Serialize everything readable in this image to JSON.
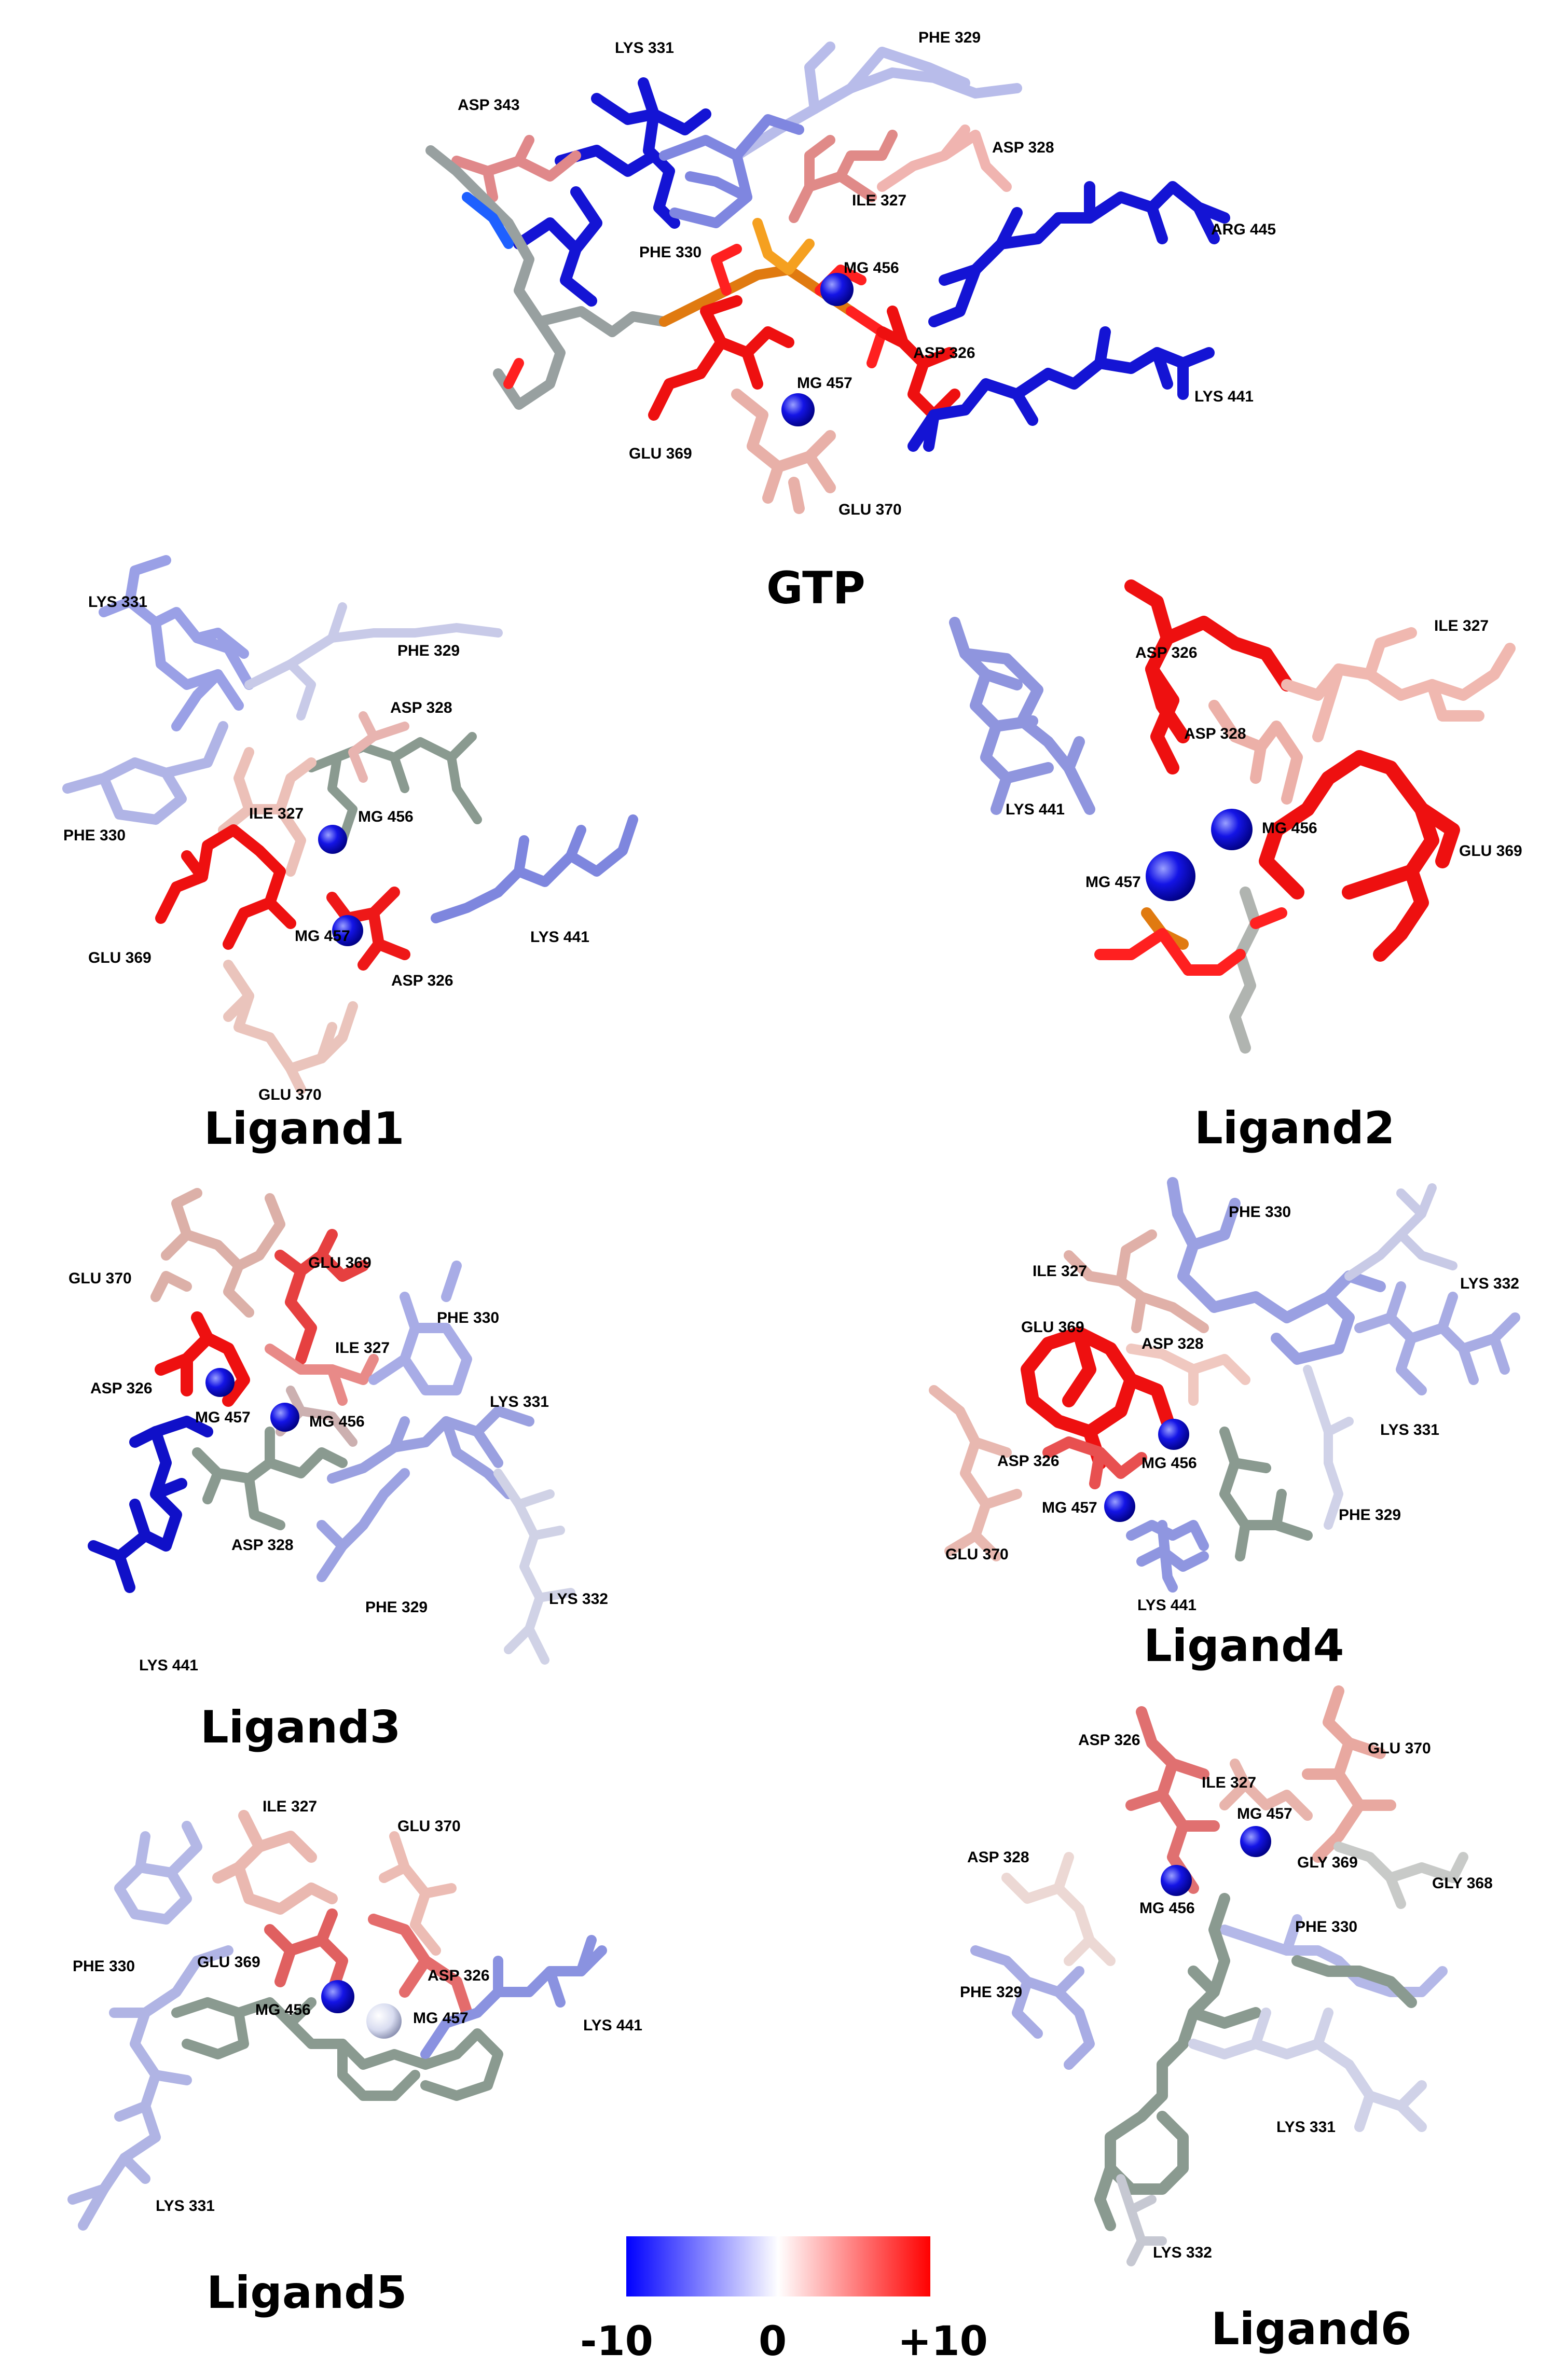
{
  "panels": [
    {
      "title": "GTP",
      "labels": [
        "LYS 331",
        "PHE 329",
        "ASP 343",
        "ASP 328",
        "ILE 327",
        "ARG 445",
        "PHE 330",
        "MG 456",
        "ASP 326",
        "MG 457",
        "LYS 441",
        "GLU 369",
        "GLU 370"
      ]
    },
    {
      "title": "Ligand1",
      "labels": [
        "LYS 331",
        "PHE 329",
        "ASP 328",
        "PHE 330",
        "ILE 327",
        "MG 456",
        "LYS 441",
        "MG 457",
        "GLU 369",
        "ASP 326",
        "GLU 370"
      ]
    },
    {
      "title": "Ligand2",
      "labels": [
        "ILE 327",
        "ASP 326",
        "ASP 328",
        "MG 456",
        "LYS 441",
        "GLU 369",
        "MG 457"
      ]
    },
    {
      "title": "Ligand3",
      "labels": [
        "GLU 370",
        "GLU 369",
        "PHE 330",
        "ILE 327",
        "ASP 326",
        "MG 457",
        "MG 456",
        "LYS 331",
        "ASP 328",
        "PHE 329",
        "LYS 332",
        "LYS 441"
      ]
    },
    {
      "title": "Ligand4",
      "labels": [
        "PHE 330",
        "ILE 327",
        "LYS 332",
        "GLU 369",
        "ASP 328",
        "LYS 331",
        "ASP 326",
        "MG 456",
        "MG 457",
        "PHE 329",
        "GLU 370",
        "LYS 441"
      ]
    },
    {
      "title": "Ligand5",
      "labels": [
        "ILE 327",
        "GLU 370",
        "PHE 330",
        "GLU 369",
        "ASP 326",
        "MG 456",
        "MG 457",
        "LYS 441",
        "LYS 331"
      ]
    },
    {
      "title": "Ligand6",
      "labels": [
        "ASP 326",
        "GLU 370",
        "ILE 327",
        "MG 457",
        "ASP 328",
        "GLY 369",
        "GLY 368",
        "MG 456",
        "PHE 330",
        "PHE 329",
        "LYS 331",
        "LYS 332"
      ]
    }
  ],
  "colorbar": {
    "ticks": [
      "-10",
      "0",
      "+10"
    ],
    "min": -10,
    "max": 10,
    "colors": [
      "#0000ff",
      "#ffffff",
      "#ff0000"
    ]
  }
}
